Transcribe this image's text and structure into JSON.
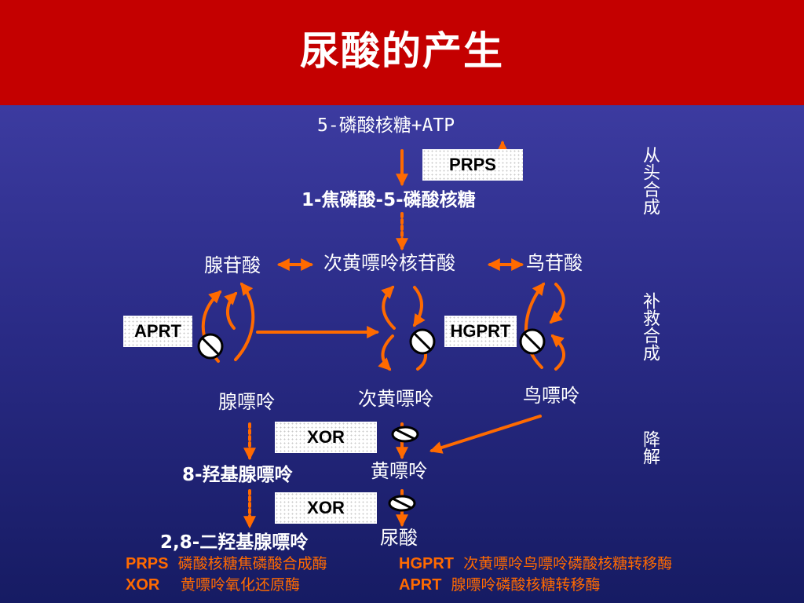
{
  "title": "尿酸的产生",
  "nodes": {
    "ribose_atp": "5-磷酸核糖+ATP",
    "prpp": "1-焦磷酸-5-磷酸核糖",
    "amp": "腺苷酸",
    "imp": "次黄嘌呤核苷酸",
    "gmp": "鸟苷酸",
    "adenine": "腺嘌呤",
    "hypoxanthine": "次黄嘌呤",
    "guanine": "鸟嘌呤",
    "oh_adenine": "8-羟基腺嘌呤",
    "xanthine": "黄嘌呤",
    "dioh_adenine": "2,8-二羟基腺嘌呤",
    "uric_acid": "尿酸"
  },
  "enzymes": {
    "prps": "PRPS",
    "aprt": "APRT",
    "hgprt": "HGPRT",
    "xor1": "XOR",
    "xor2": "XOR"
  },
  "side_labels": {
    "de_novo": "从头合成",
    "salvage": "补救合成",
    "degradation": "降解"
  },
  "legend": [
    {
      "abbr": "PRPS",
      "desc": "磷酸核糖焦磷酸合成酶"
    },
    {
      "abbr": "HGPRT",
      "desc": "次黄嘌呤鸟嘌呤磷酸核糖转移酶"
    },
    {
      "abbr": "XOR",
      "desc": "黄嘌呤氧化还原酶"
    },
    {
      "abbr": "APRT",
      "desc": "腺嘌呤磷酸核糖转移酶"
    }
  ],
  "colors": {
    "header": "#c40000",
    "arrow": "#ff6a00",
    "legend_text": "#ff6a00",
    "text": "#ffffff"
  }
}
